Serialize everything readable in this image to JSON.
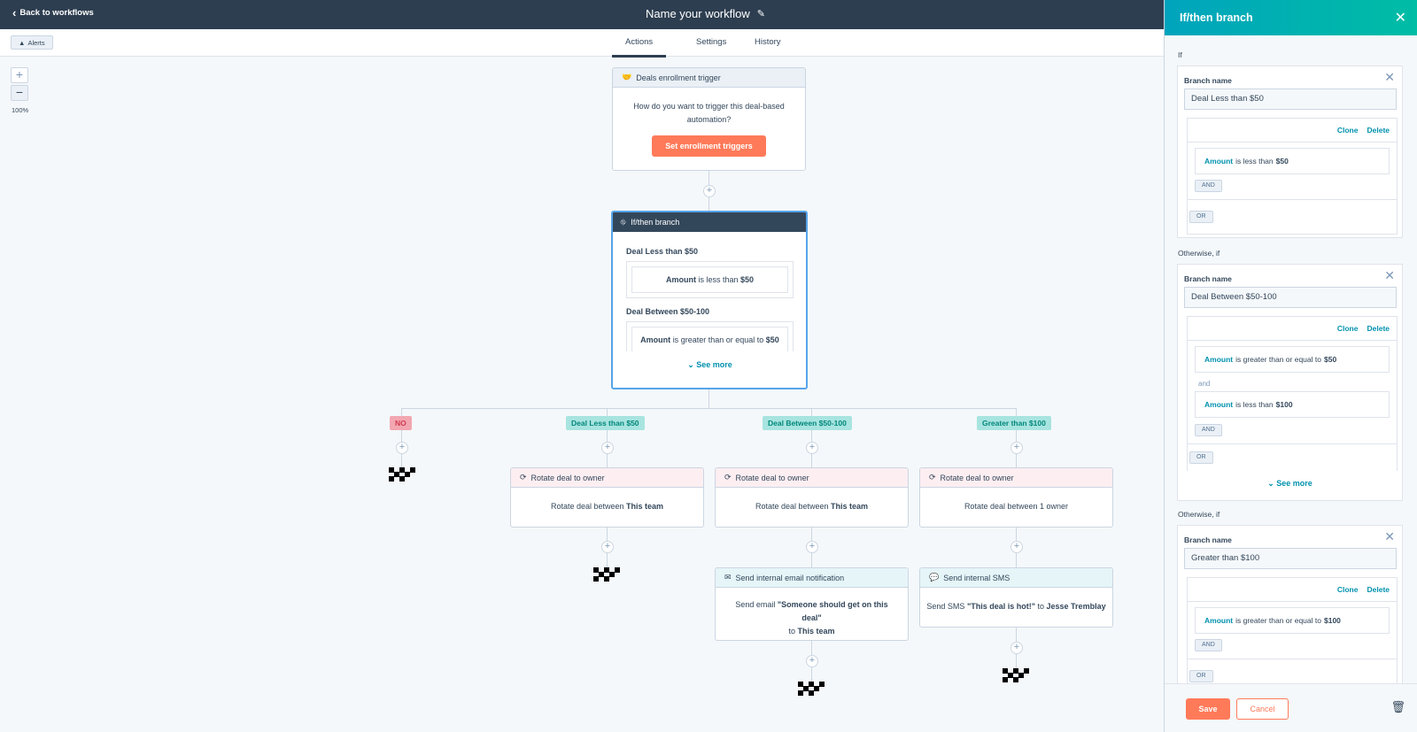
{
  "topbar": {
    "back_label": "Back to workflows",
    "title": "Name your workflow"
  },
  "tabbar": {
    "alerts_label": "Alerts",
    "tabs": [
      "Actions",
      "Settings",
      "History"
    ]
  },
  "zoom": {
    "plus": "+",
    "minus": "−",
    "level": "100%"
  },
  "canvas": {
    "trigger": {
      "title": "Deals enrollment trigger",
      "text": "How do you want to trigger this deal-based automation?",
      "button": "Set enrollment triggers"
    },
    "branch": {
      "title": "If/then branch",
      "b1_name": "Deal Less than $50",
      "b1_prop": "Amount",
      "b1_op": "is less than",
      "b1_val": "$50",
      "b2_name": "Deal Between $50-100",
      "b2_prop": "Amount",
      "b2_op": "is greater than or equal to",
      "b2_val": "$50",
      "see_more": "See more"
    },
    "tags": [
      "NO",
      "Deal Less than $50",
      "Deal Between $50-100",
      "Greater than $100"
    ],
    "rotate": {
      "title": "Rotate deal to owner",
      "pre": "Rotate deal between",
      "c1": "This team",
      "c2": "This team",
      "c3": "1 owner"
    },
    "email": {
      "title": "Send internal email notification",
      "pre": "Send email",
      "quote": "\"Someone should get on this deal\"",
      "to": "to",
      "target": "This team"
    },
    "sms": {
      "title": "Send internal SMS",
      "pre": "Send SMS",
      "quote": "\"This deal is hot!\"",
      "to": "to",
      "target": "Jesse Tremblay"
    }
  },
  "panel": {
    "title": "If/then branch",
    "if_label": "If",
    "otherwise_label": "Otherwise, if",
    "branch_name_label": "Branch name",
    "clone": "Clone",
    "delete": "Delete",
    "and_btn": "AND",
    "or_btn": "OR",
    "and_text": "and",
    "see_more": "See more",
    "branches": [
      {
        "name": "Deal Less than $50",
        "f1_prop": "Amount",
        "f1_op": "is less than",
        "f1_val": "$50"
      },
      {
        "name": "Deal Between $50-100",
        "f1_prop": "Amount",
        "f1_op": "is greater than or equal to",
        "f1_val": "$50",
        "f2_prop": "Amount",
        "f2_op": "is less than",
        "f2_val": "$100"
      },
      {
        "name": "Greater than $100",
        "f1_prop": "Amount",
        "f1_op": "is greater than or equal to",
        "f1_val": "$100"
      }
    ],
    "save": "Save",
    "cancel": "Cancel"
  },
  "colors": {
    "accent_orange": "#ff7a59",
    "teal": "#00a4bd",
    "navy": "#2d3e50",
    "selected_blue": "#57a4e8"
  }
}
